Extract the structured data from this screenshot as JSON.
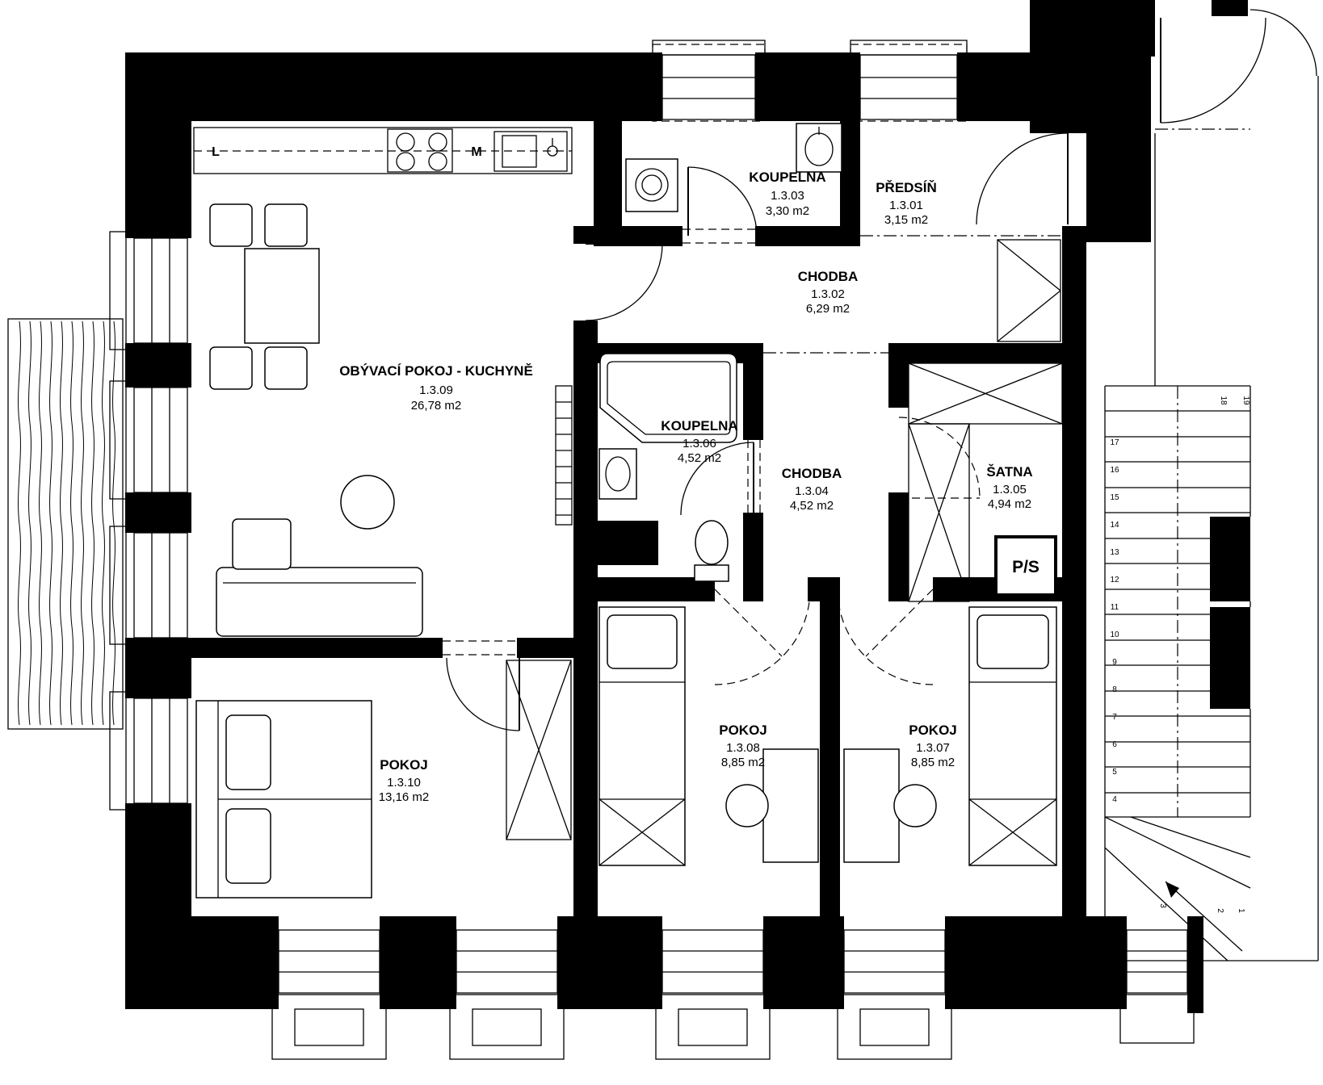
{
  "plan": {
    "kitchen": {
      "left_label": "L",
      "right_label": "M"
    },
    "shaft_label": "P/S"
  },
  "rooms": [
    {
      "name": "KOUPELNA",
      "number": "1.3.03",
      "area": "3,30 m2"
    },
    {
      "name": "PŘEDSÍŇ",
      "number": "1.3.01",
      "area": "3,15 m2"
    },
    {
      "name": "CHODBA",
      "number": "1.3.02",
      "area": "6,29 m2"
    },
    {
      "name": "OBÝVACÍ POKOJ - KUCHYNĚ",
      "number": "1.3.09",
      "area": "26,78 m2"
    },
    {
      "name": "KOUPELNA",
      "number": "1.3.06",
      "area": "4,52 m2"
    },
    {
      "name": "CHODBA",
      "number": "1.3.04",
      "area": "4,52 m2"
    },
    {
      "name": "ŠATNA",
      "number": "1.3.05",
      "area": "4,94 m2"
    },
    {
      "name": "POKOJ",
      "number": "1.3.08",
      "area": "8,85 m2"
    },
    {
      "name": "POKOJ",
      "number": "1.3.07",
      "area": "8,85 m2"
    },
    {
      "name": "POKOJ",
      "number": "1.3.10",
      "area": "13,16 m2"
    }
  ],
  "stairs": {
    "numbers": [
      "1",
      "2",
      "3",
      "4",
      "5",
      "6",
      "7",
      "8",
      "9",
      "10",
      "11",
      "12",
      "13",
      "14",
      "15",
      "16",
      "17",
      "18",
      "19"
    ]
  }
}
